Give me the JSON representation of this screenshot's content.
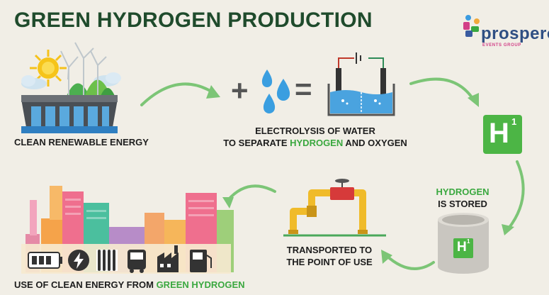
{
  "title": "GREEN HYDROGEN PRODUCTION",
  "logo": {
    "name": "prospero",
    "subtitle": "EVENTS GROUP"
  },
  "steps": {
    "renewable": {
      "label": "CLEAN RENEWABLE ENERGY"
    },
    "electrolysis": {
      "line1": "ELECTROLYSIS OF WATER",
      "line2_pre": "TO SEPARATE ",
      "line2_highlight": "HYDROGEN",
      "line2_post": " AND OXYGEN",
      "symbols": {
        "plus": "+",
        "equals": "="
      }
    },
    "h1_symbol": {
      "letter": "H",
      "number": "1"
    },
    "stored": {
      "line1": "HYDROGEN",
      "line2": "IS STORED",
      "tank_letter": "H",
      "tank_number": "1"
    },
    "transported": {
      "line1": "TRANSPORTED TO",
      "line2": "THE POINT OF USE"
    },
    "use": {
      "pre": "USE OF CLEAN ENERGY FROM ",
      "highlight": "GREEN HYDROGEN"
    }
  },
  "colors": {
    "background": "#f1eee6",
    "title": "#1f4b2c",
    "highlight_green": "#3aa83f",
    "arrow_green": "#7cc576",
    "water_blue": "#3a9ee0",
    "pipe_yellow": "#f0bb2a",
    "valve_red": "#d63a3a"
  },
  "icons": [
    "solar-wind-dam-icon",
    "water-drops-icon",
    "electrolysis-tank-icon",
    "hydrogen-h1-icon",
    "storage-tank-icon",
    "pipeline-valve-icon",
    "city-skyline-icon",
    "battery-icon",
    "lightning-icon",
    "radiator-icon",
    "bus-icon",
    "factory-icon",
    "fuel-pump-icon"
  ]
}
